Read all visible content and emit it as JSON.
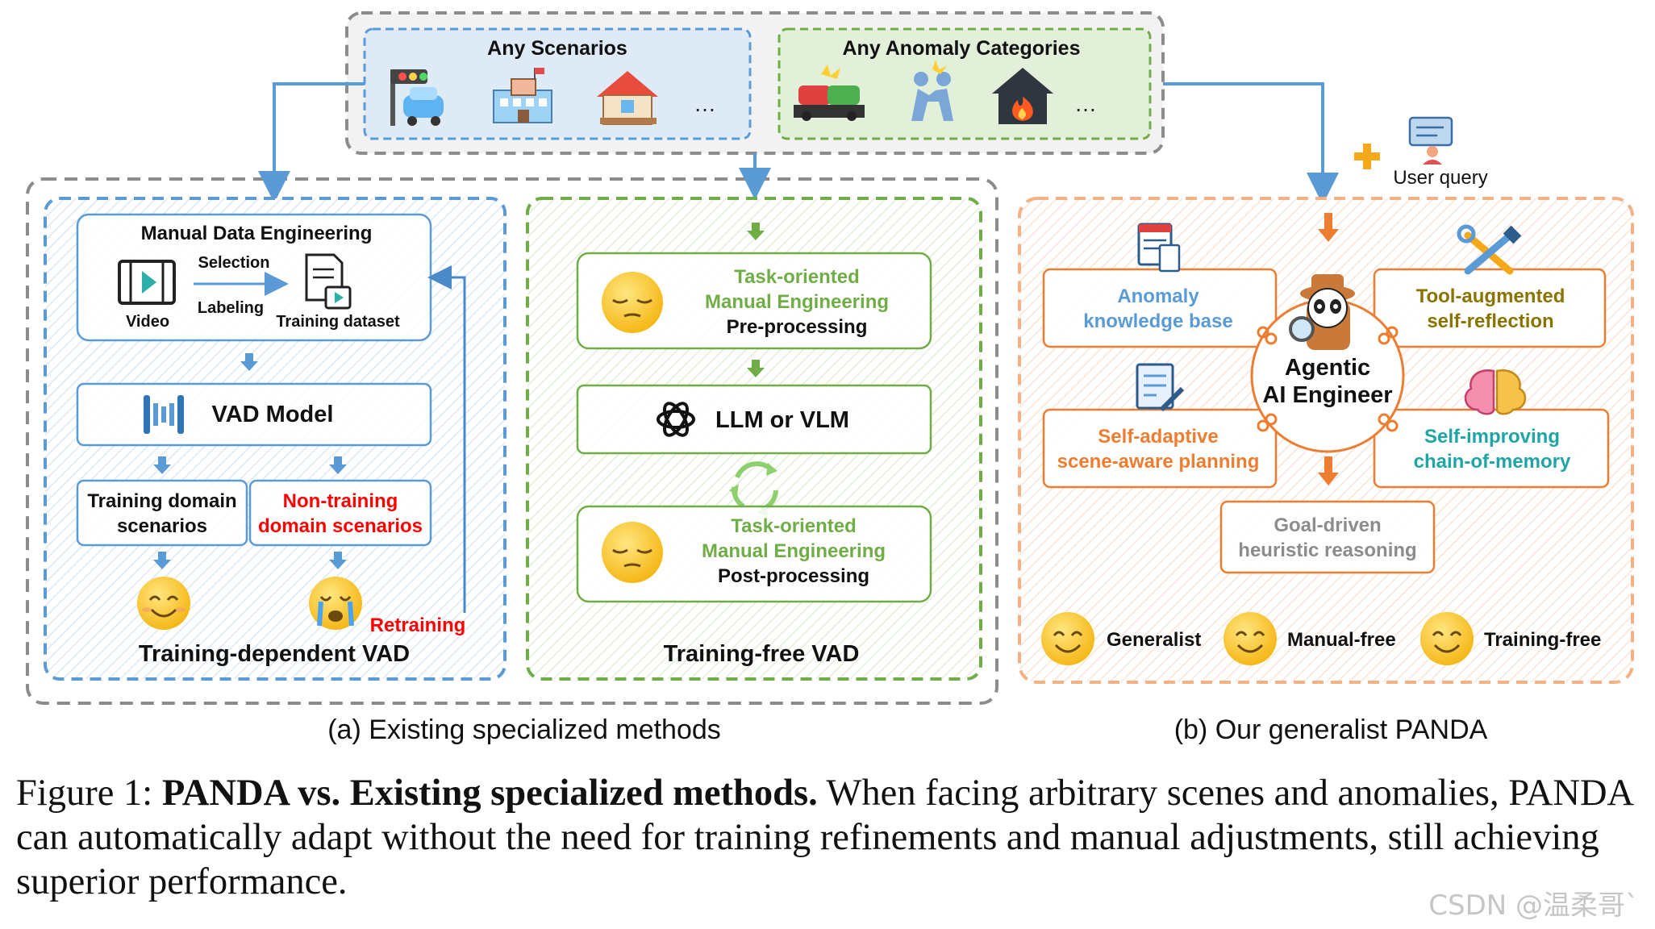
{
  "top": {
    "scenarios_title": "Any Scenarios",
    "anomaly_title": "Any Anomaly Categories",
    "ellipsis": "…",
    "scenario_icons": [
      "traffic-light-car-icon",
      "school-building-icon",
      "house-icon"
    ],
    "anomaly_icons": [
      "car-crash-icon",
      "fighting-icon",
      "house-fire-icon"
    ]
  },
  "panel_a": {
    "title": "Training-dependent VAD",
    "mde_title": "Manual Data Engineering",
    "selection": "Selection",
    "labeling": "Labeling",
    "video": "Video",
    "training_dataset": "Training dataset",
    "vad_model": "VAD Model",
    "training_domain": [
      "Training domain",
      "scenarios"
    ],
    "non_training_domain": [
      "Non-training",
      "domain scenarios"
    ],
    "retraining": "Retraining"
  },
  "panel_free": {
    "title": "Training-free VAD",
    "box1": [
      "Task-oriented",
      "Manual Engineering",
      "Pre-processing"
    ],
    "llm": "LLM or VLM",
    "box2": [
      "Task-oriented",
      "Manual Engineering",
      "Post-processing"
    ]
  },
  "panel_b": {
    "user_query": "User query",
    "center": [
      "Agentic",
      "AI Engineer"
    ],
    "kb": [
      "Anomaly",
      "knowledge base"
    ],
    "tool": [
      "Tool-augmented",
      "self-reflection"
    ],
    "planning": [
      "Self-adaptive",
      "scene-aware planning"
    ],
    "memory": [
      "Self-improving",
      "chain-of-memory"
    ],
    "goal": [
      "Goal-driven",
      "heuristic reasoning"
    ],
    "benefits": [
      "Generalist",
      "Manual-free",
      "Training-free"
    ]
  },
  "labels": {
    "a": "(a) Existing specialized methods",
    "b": "(b) Our generalist PANDA"
  },
  "caption": {
    "prefix": "Figure 1: ",
    "bold": "PANDA vs. Existing specialized methods.",
    "rest": " When facing arbitrary scenes and anomalies, PANDA can automatically adapt without the need for training refinements and manual adjustments, still achieving superior performance."
  },
  "watermark": "CSDN @温柔哥`",
  "colors": {
    "blue": "#5b9bd5",
    "green": "#70ad47",
    "orange": "#ed7d31",
    "gray": "#767171",
    "red": "#ff0000",
    "olive": "#8a7400",
    "teal": "#1fa5a5"
  }
}
